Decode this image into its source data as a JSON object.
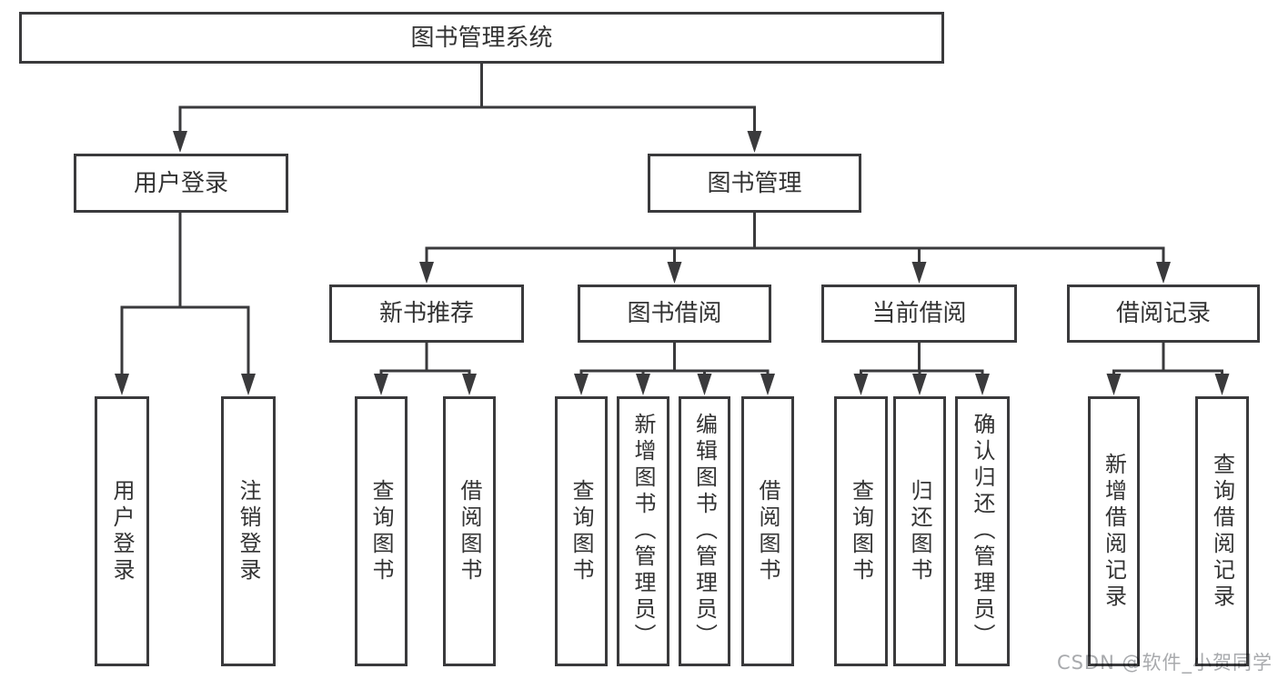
{
  "diagram": {
    "root": {
      "label": "图书管理系统"
    },
    "level2": [
      {
        "label": "用户登录"
      },
      {
        "label": "图书管理"
      }
    ],
    "level3": [
      {
        "label": "新书推荐"
      },
      {
        "label": "图书借阅"
      },
      {
        "label": "当前借阅"
      },
      {
        "label": "借阅记录"
      }
    ],
    "leaves": {
      "user_login": [
        {
          "label": "用户登录"
        },
        {
          "label": "注销登录"
        }
      ],
      "new_book_recommend": [
        {
          "label": "查询图书"
        },
        {
          "label": "借阅图书"
        }
      ],
      "book_borrow": [
        {
          "label": "查询图书"
        },
        {
          "label": "新增图书（管理员）"
        },
        {
          "label": "编辑图书（管理员）"
        },
        {
          "label": "借阅图书"
        }
      ],
      "current_borrow": [
        {
          "label": "查询图书"
        },
        {
          "label": "归还图书"
        },
        {
          "label": "确认归还（管理员）"
        }
      ],
      "borrow_records": [
        {
          "label": "新增借阅记录"
        },
        {
          "label": "查询借阅记录"
        }
      ]
    }
  },
  "watermark": {
    "text": "CSDN @软件_小贺同学"
  },
  "colors": {
    "line": "#3a3a3c",
    "text": "#333333",
    "watermark": "#a8aaad",
    "background": "#ffffff"
  }
}
